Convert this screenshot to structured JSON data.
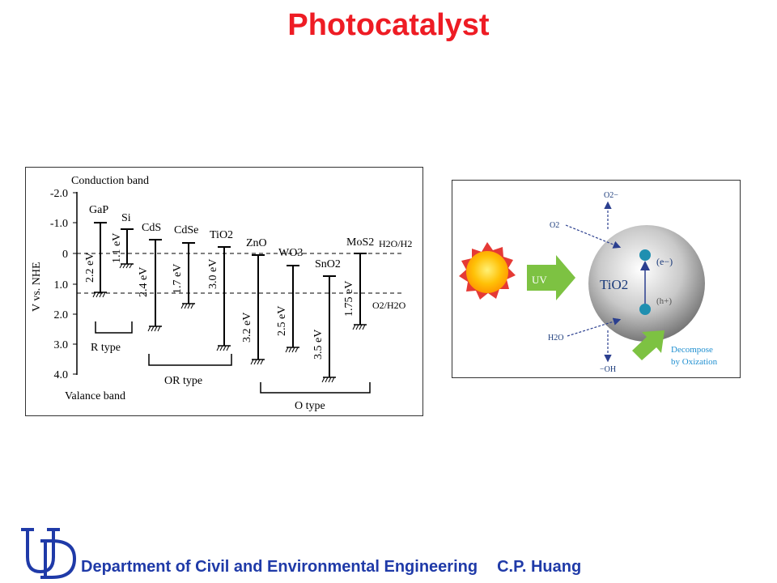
{
  "title": "Photocatalyst",
  "band_diagram": {
    "conduction_label": "Conduction band",
    "valence_label": "Valance band",
    "yaxis_label": "V vs. NHE",
    "yticks": [
      "-2.0",
      "-1.0",
      "0",
      "1.0",
      "2.0",
      "3.0",
      "4.0"
    ],
    "materials": [
      {
        "name": "GaP",
        "gap": "2.2 eV"
      },
      {
        "name": "Si",
        "gap": "1.1 eV"
      },
      {
        "name": "CdS",
        "gap": "2.4 eV"
      },
      {
        "name": "CdSe",
        "gap": "1.7 eV"
      },
      {
        "name": "TiO2",
        "gap": "3.0 eV"
      },
      {
        "name": "ZnO",
        "gap": "3.2 eV"
      },
      {
        "name": "WO3",
        "gap": "2.5 eV"
      },
      {
        "name": "SnO2",
        "gap": "3.5 eV"
      },
      {
        "name": "MoS2",
        "gap": "1.75 eV"
      }
    ],
    "redox_h2": "H2O/H2",
    "redox_o2": "O2/H2O",
    "groups": [
      "R type",
      "OR type",
      "O type"
    ]
  },
  "mechanism": {
    "uv_label": "UV",
    "particle_label": "TiO2",
    "o2_label": "O2",
    "o2_radical_label": "O2−",
    "h2o_label": "H2O",
    "oh_label": "−OH",
    "electron_label": "(e−)",
    "hole_label": "(h+)",
    "decompose_line1": "Decompose",
    "decompose_line2": "by Oxization"
  },
  "footer": {
    "department": "Department of Civil and Environmental Engineering",
    "author": "C.P. Huang"
  },
  "colors": {
    "title": "#ee1c24",
    "footer": "#1f3aa8",
    "uv_arrow": "#7dc242",
    "arrow_blue": "#2b3f8f",
    "carrier": "#1f8fb0"
  }
}
